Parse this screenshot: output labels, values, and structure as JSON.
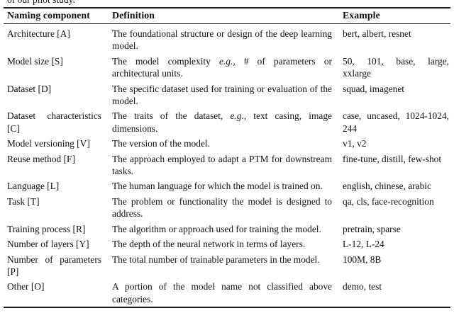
{
  "document": {
    "preceding_text": "of our pilot study.",
    "table": {
      "headers": {
        "component": "Naming component",
        "definition": "Definition",
        "example": "Example"
      },
      "rows": [
        {
          "component": "Architecture [A]",
          "definition_pre": "The foundational structure or design of the deep learning model.",
          "definition_italic": "",
          "definition_post": "",
          "example": "bert, albert, resnet"
        },
        {
          "component": "Model size [S]",
          "definition_pre": "The model complexity ",
          "definition_italic": "e.g.,",
          "definition_post": " # of parameters or architectural units.",
          "example": "50, 101, base, large, xxlarge"
        },
        {
          "component": "Dataset [D]",
          "definition_pre": "The specific dataset used for training or evaluation of the model.",
          "definition_italic": "",
          "definition_post": "",
          "example": "squad, imagenet"
        },
        {
          "component": "Dataset characteristics [C]",
          "definition_pre": "The traits of the dataset, ",
          "definition_italic": "e.g.,",
          "definition_post": " text casing, image dimensions.",
          "example": "case, uncased, 1024-1024, 244"
        },
        {
          "component": "Model versioning [V]",
          "definition_pre": "The version of the model.",
          "definition_italic": "",
          "definition_post": "",
          "example": "v1, v2"
        },
        {
          "component": "Reuse method [F]",
          "definition_pre": "The approach employed to adapt a PTM for downstream tasks.",
          "definition_italic": "",
          "definition_post": "",
          "example": "fine-tune, distill, few-shot"
        },
        {
          "component": "Language [L]",
          "definition_pre": "The human language for which the model is trained on.",
          "definition_italic": "",
          "definition_post": "",
          "example": "english, chinese, arabic"
        },
        {
          "component": "Task [T]",
          "definition_pre": "The problem or functionality the model is designed to address.",
          "definition_italic": "",
          "definition_post": "",
          "example": "qa, cls, face-recognition"
        },
        {
          "component": "Training process [R]",
          "definition_pre": "The algorithm or approach used for training the model.",
          "definition_italic": "",
          "definition_post": "",
          "example": "pretrain, sparse"
        },
        {
          "component": "Number of layers [Y]",
          "definition_pre": "The depth of the neural network in terms of layers.",
          "definition_italic": "",
          "definition_post": "",
          "example": "L-12, L-24"
        },
        {
          "component": "Number of parameters [P]",
          "definition_pre": "The total number of trainable parameters in the model.",
          "definition_italic": "",
          "definition_post": "",
          "example": "100M, 8B"
        },
        {
          "component": "Other [O]",
          "definition_pre": "A portion of the model name not classified above categories.",
          "definition_italic": "",
          "definition_post": "",
          "example": "demo, test"
        }
      ]
    }
  }
}
